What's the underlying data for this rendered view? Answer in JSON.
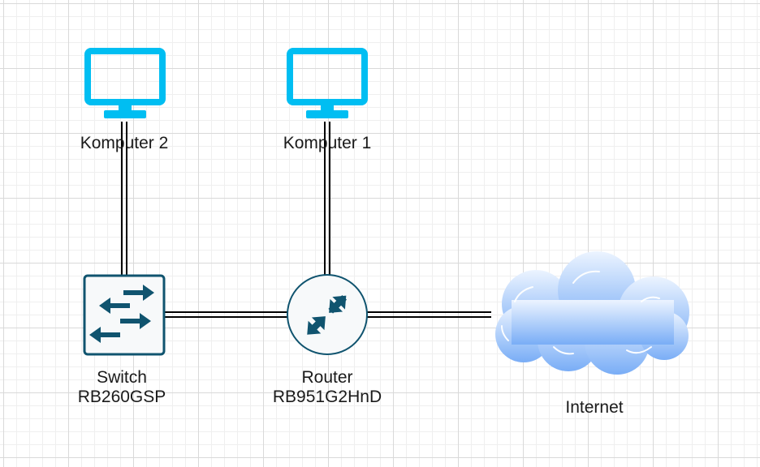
{
  "nodes": {
    "computer2": {
      "label": "Komputer 2",
      "icon": "monitor-icon"
    },
    "computer1": {
      "label": "Komputer 1",
      "icon": "monitor-icon"
    },
    "switch": {
      "line1": "Switch",
      "line2": "RB260GSP",
      "icon": "switch-icon"
    },
    "router": {
      "line1": "Router",
      "line2": "RB951G2HnD",
      "icon": "router-icon"
    },
    "internet": {
      "label": "Internet",
      "icon": "cloud-icon"
    }
  },
  "colors": {
    "monitor": "#00bef2",
    "network_device": "#10546f",
    "cloud_top": "#e8f2ff",
    "cloud_bottom": "#7fb2f8",
    "link": "#000000"
  },
  "links": [
    {
      "from": "computer2",
      "to": "switch",
      "style": "double-line"
    },
    {
      "from": "computer1",
      "to": "router",
      "style": "double-line"
    },
    {
      "from": "switch",
      "to": "router",
      "style": "double-line"
    },
    {
      "from": "router",
      "to": "internet",
      "style": "double-line"
    }
  ]
}
